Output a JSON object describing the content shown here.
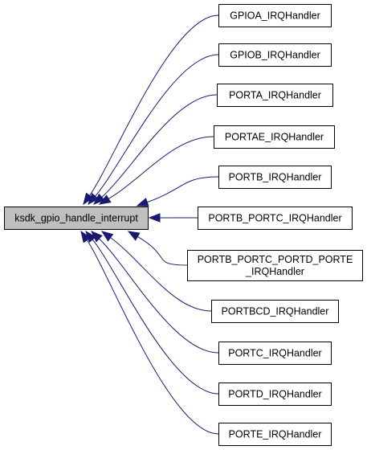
{
  "graph": {
    "target": {
      "label": "ksdk_gpio_handle_interrupt"
    },
    "callers": [
      {
        "id": "gpioa",
        "label": "GPIOA_IRQHandler"
      },
      {
        "id": "gpiob",
        "label": "GPIOB_IRQHandler"
      },
      {
        "id": "porta",
        "label": "PORTA_IRQHandler"
      },
      {
        "id": "portae",
        "label": "PORTAE_IRQHandler"
      },
      {
        "id": "portb",
        "label": "PORTB_IRQHandler"
      },
      {
        "id": "portb-portc",
        "label": "PORTB_PORTC_IRQHandler"
      },
      {
        "id": "portb-portc-portd-porte",
        "label": "PORTB_PORTC_PORTD_PORTE",
        "label_line2": "_IRQHandler"
      },
      {
        "id": "portbcd",
        "label": "PORTBCD_IRQHandler"
      },
      {
        "id": "portc",
        "label": "PORTC_IRQHandler"
      },
      {
        "id": "portd",
        "label": "PORTD_IRQHandler"
      },
      {
        "id": "porte",
        "label": "PORTE_IRQHandler"
      }
    ],
    "colors": {
      "edge": "#191970",
      "target_fill": "#bfbfbf",
      "node_fill": "#ffffff",
      "border": "#000000"
    }
  }
}
